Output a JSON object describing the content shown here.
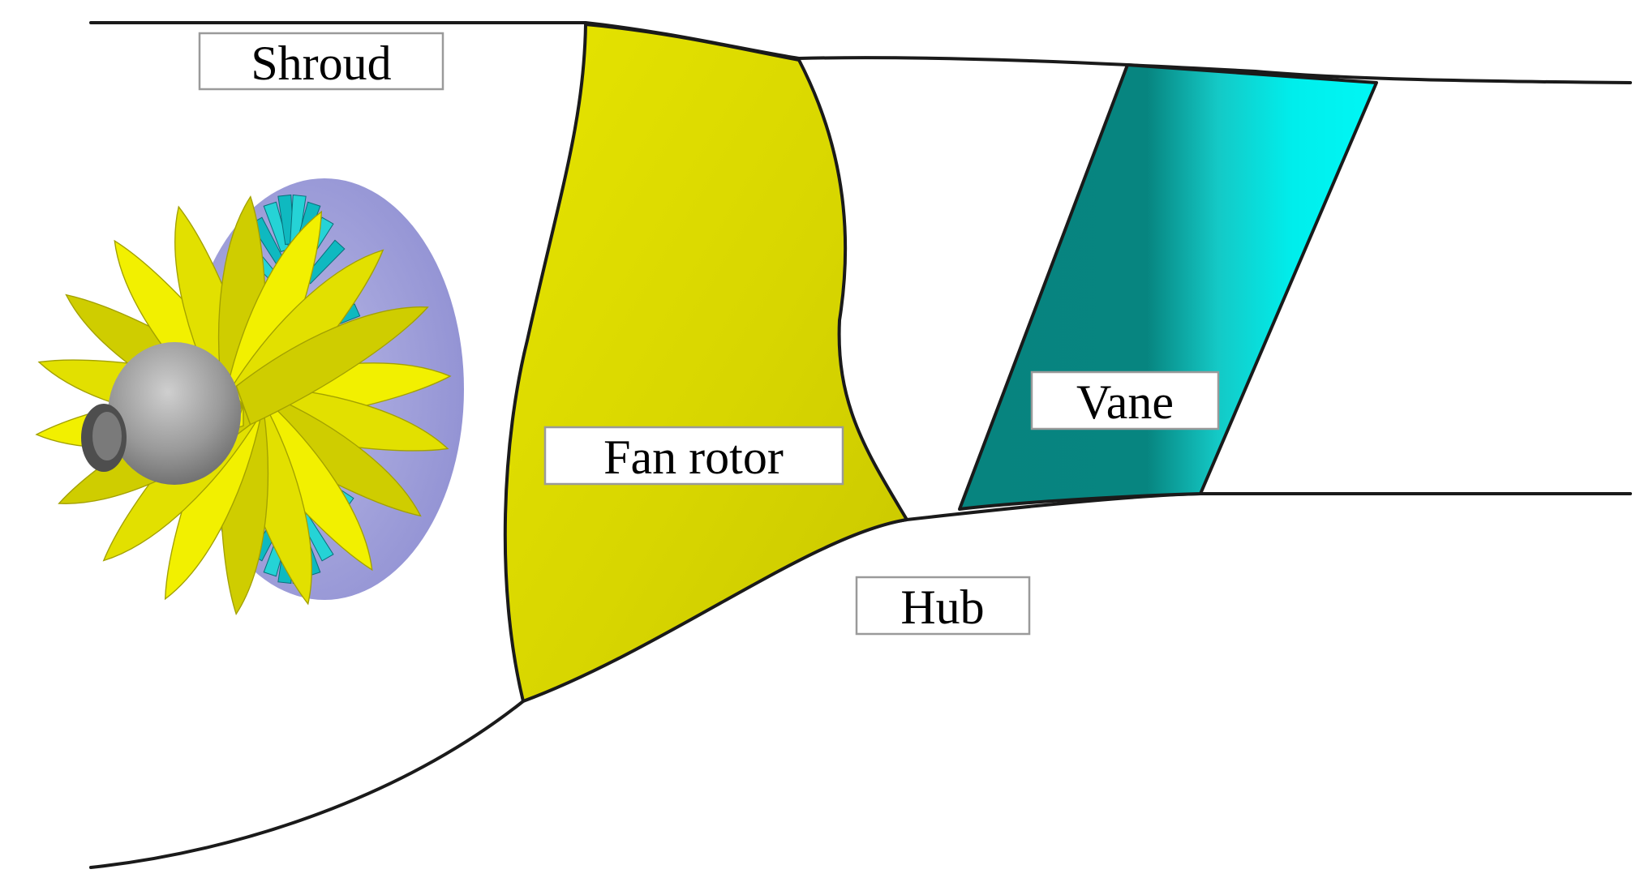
{
  "labels": {
    "shroud": "Shroud",
    "fan_rotor": "Fan rotor",
    "vane": "Vane",
    "hub": "Hub"
  },
  "colors": {
    "fan_blade": "#dedc00",
    "vane_dark": "#07847f",
    "vane_light": "#00f2f0",
    "casing": "#9a9ad8",
    "spinner": "#8c8c8c",
    "outline": "#1a1a1a"
  }
}
